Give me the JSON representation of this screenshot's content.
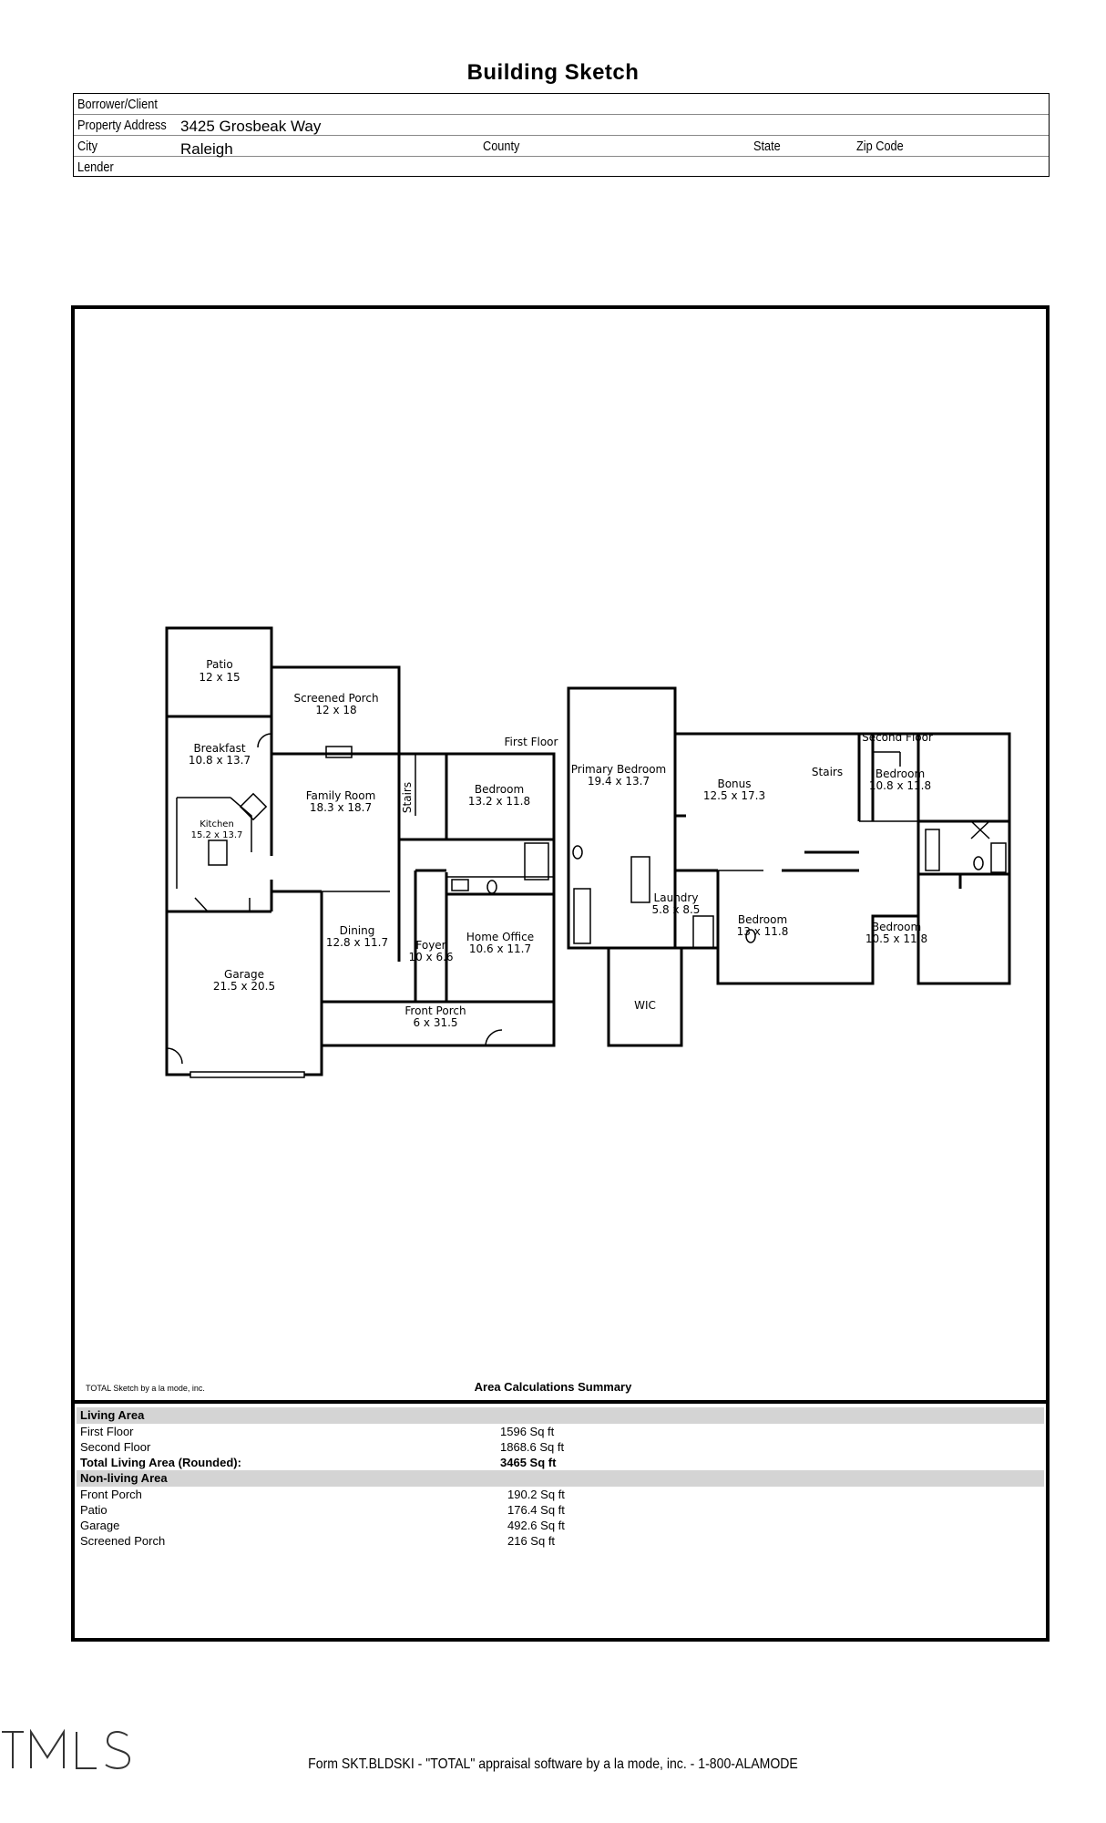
{
  "title": "Building Sketch",
  "header": {
    "borrower_label": "Borrower/Client",
    "borrower_value": "",
    "address_label": "Property Address",
    "address_value": "3425 Grosbeak Way",
    "city_label": "City",
    "city_value": "Raleigh",
    "county_label": "County",
    "state_label": "State",
    "zip_label": "Zip Code",
    "lender_label": "Lender"
  },
  "plan": {
    "first_floor_label": "First Floor",
    "second_floor_label": "Second Floor",
    "rooms": {
      "patio": {
        "name": "Patio",
        "dims": "12 x 15"
      },
      "screened_porch": {
        "name": "Screened Porch",
        "dims": "12 x 18"
      },
      "breakfast": {
        "name": "Breakfast",
        "dims": "10.8 x 13.7"
      },
      "kitchen": {
        "name": "Kitchen",
        "dims": "15.2 x 13.7"
      },
      "family_room": {
        "name": "Family Room",
        "dims": "18.3 x 18.7"
      },
      "stairs1": {
        "name": "Stairs"
      },
      "bedroom1": {
        "name": "Bedroom",
        "dims": "13.2 x 11.8"
      },
      "dining": {
        "name": "Dining",
        "dims": "12.8 x 11.7"
      },
      "foyer": {
        "name": "Foyer",
        "dims": "10 x 6.6"
      },
      "home_office": {
        "name": "Home Office",
        "dims": "10.6 x 11.7"
      },
      "garage": {
        "name": "Garage",
        "dims": "21.5 x 20.5"
      },
      "front_porch": {
        "name": "Front Porch",
        "dims": "6 x 31.5"
      },
      "primary_bedroom": {
        "name": "Primary Bedroom",
        "dims": "19.4 x 13.7"
      },
      "bonus": {
        "name": "Bonus",
        "dims": "12.5 x 17.3"
      },
      "stairs2": {
        "name": "Stairs"
      },
      "bedroom2": {
        "name": "Bedroom",
        "dims": "10.8 x 11.8"
      },
      "laundry": {
        "name": "Laundry",
        "dims": "5.8 x 8.5"
      },
      "bedroom3": {
        "name": "Bedroom",
        "dims": "13 x 11.8"
      },
      "bedroom4": {
        "name": "Bedroom",
        "dims": "10.5 x 11.8"
      },
      "wic": {
        "name": "WIC"
      }
    }
  },
  "credit": "TOTAL Sketch by a la mode, inc.",
  "summary": {
    "title": "Area Calculations Summary",
    "living_header": "Living Area",
    "living": [
      {
        "label": "First Floor",
        "value": "1596 Sq ft"
      },
      {
        "label": "Second Floor",
        "value": "1868.6 Sq ft"
      }
    ],
    "total_label": "Total Living Area (Rounded):",
    "total_value": "3465 Sq ft",
    "nonliving_header": "Non-living Area",
    "nonliving": [
      {
        "label": "Front Porch",
        "value": "190.2 Sq ft"
      },
      {
        "label": "Patio",
        "value": "176.4 Sq ft"
      },
      {
        "label": "Garage",
        "value": "492.6 Sq ft"
      },
      {
        "label": "Screened Porch",
        "value": "216 Sq ft"
      }
    ]
  },
  "footer": "Form SKT.BLDSKI - \"TOTAL\" appraisal software by a la mode, inc. - 1-800-ALAMODE",
  "logo_text": "TMLS"
}
